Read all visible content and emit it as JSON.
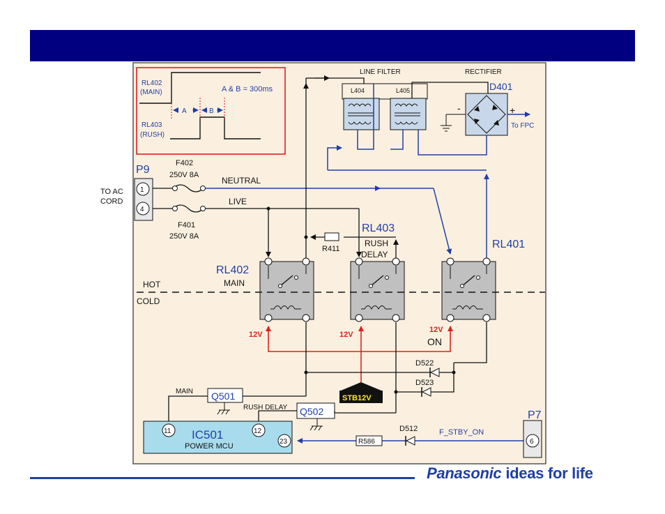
{
  "brand": {
    "name": "Panasonic",
    "tagline": "ideas for life"
  },
  "timing": {
    "rl402_label_1": "RL402",
    "rl402_label_2": "(MAIN)",
    "rl403_label_1": "RL403",
    "rl403_label_2": "(RUSH)",
    "formula": "A & B = 300ms",
    "a_label": "A",
    "b_label": "B"
  },
  "labels": {
    "line_filter": "LINE FILTER",
    "rectifier": "RECTIFIER",
    "l404": "L404",
    "l405": "L405",
    "d401": "D401",
    "minus": "-",
    "plus": "+",
    "to_fpc": "To FPC",
    "f402": "F402",
    "f402_rating": "250V 8A",
    "f401": "F401",
    "f401_rating": "250V 8A",
    "p9": "P9",
    "p9_pin1": "1",
    "p9_pin4": "4",
    "to_ac_1": "TO AC",
    "to_ac_2": "CORD",
    "neutral": "NEUTRAL",
    "live": "LIVE",
    "r411": "R411",
    "rl403": "RL403",
    "rl403_desc_1": "RUSH",
    "rl403_desc_2": "DELAY",
    "rl401": "RL401",
    "rl402": "RL402",
    "rl402_desc": "MAIN",
    "hot": "HOT",
    "cold": "COLD",
    "v12_a": "12V",
    "v12_b": "12V",
    "v12_c": "12V",
    "on": "ON",
    "d522": "D522",
    "d523": "D523",
    "main": "MAIN",
    "q501": "Q501",
    "rush_delay": "RUSH DELAY",
    "q502": "Q502",
    "stb12v": "STB12V",
    "ic501": "IC501",
    "power_mcu": "POWER MCU",
    "pin11": "11",
    "pin12": "12",
    "pin23": "23",
    "d512": "D512",
    "r586": "R586",
    "f_stby_on": "F_STBY_ON",
    "p7": "P7",
    "p7_pin6": "6"
  }
}
